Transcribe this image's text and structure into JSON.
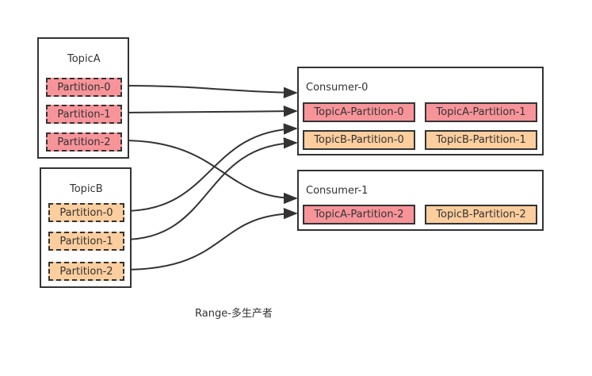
{
  "topicA": {
    "title": "TopicA",
    "partitions": [
      "Partition-0",
      "Partition-1",
      "Partition-2"
    ],
    "color": "#F7949A"
  },
  "topicB": {
    "title": "TopicB",
    "partitions": [
      "Partition-0",
      "Partition-1",
      "Partition-2"
    ],
    "color": "#FCCE9E"
  },
  "consumer0": {
    "title": "Consumer-0",
    "assigned": [
      "TopicA-Partition-0",
      "TopicA-Partition-1",
      "TopicB-Partition-0",
      "TopicB-Partition-1"
    ]
  },
  "consumer1": {
    "title": "Consumer-1",
    "assigned": [
      "TopicA-Partition-2",
      "TopicB-Partition-2"
    ]
  },
  "caption": "Range-多生产者",
  "colors": {
    "line": "#333333",
    "topicA": "#F7949A",
    "topicB": "#FCCE9E"
  }
}
